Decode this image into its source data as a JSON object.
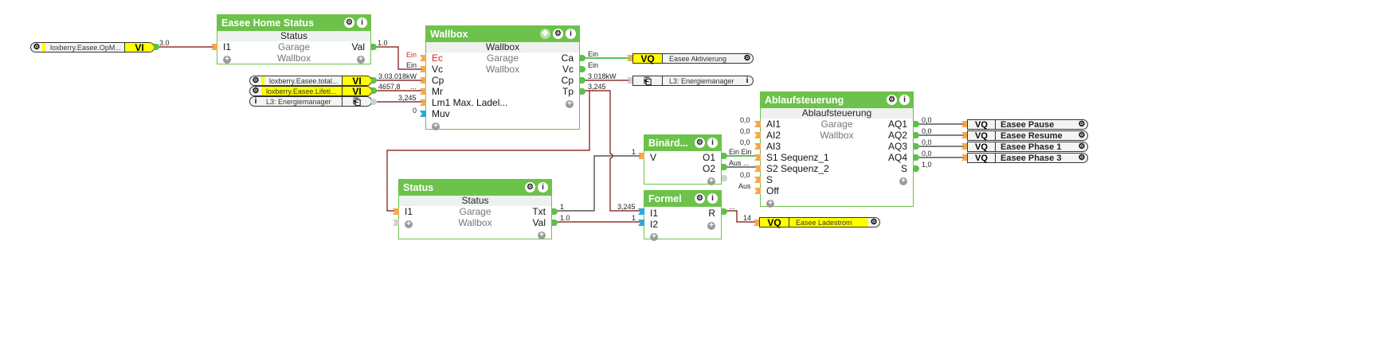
{
  "inputs_left": [
    {
      "name": "loxberry.Easee.OpM...",
      "tag": "VI",
      "value": "3.0",
      "icon": "gear-icon"
    },
    {
      "name": "loxberry.Easee.total...",
      "tag": "VI",
      "value": "3.03.018kW",
      "icon": "gear-icon"
    },
    {
      "name": "loxberry.Easee.Lifeti...",
      "tag": "VI",
      "value": "4657,8",
      "value2": "...",
      "icon": "gear-icon"
    },
    {
      "name": "L3: Energiemanager",
      "tag": "⎗",
      "value": "3,245",
      "icon": "info-icon"
    }
  ],
  "blocks": {
    "easee_home_status": {
      "title": "Easee Home Status",
      "sub": "Status",
      "in": [
        "I1"
      ],
      "out": [
        "Val"
      ],
      "room": "Garage",
      "category": "Wallbox",
      "out_values": [
        "1.0"
      ]
    },
    "wallbox": {
      "title": "Wallbox",
      "sub": "Wallbox",
      "room": "Garage",
      "category": "Wallbox",
      "in": [
        "Ec",
        "Vc",
        "Cp",
        "Mr",
        "Lm1 Max. Ladel...",
        "Muv"
      ],
      "in_labels": [
        "Ein",
        "Ein",
        "",
        "",
        "",
        "0"
      ],
      "out": [
        "Ca",
        "Vc",
        "Cp",
        "Tp"
      ],
      "out_values": [
        "Ein",
        "Ein",
        "3.018kW",
        "3,245"
      ]
    },
    "status": {
      "title": "Status",
      "sub": "Status",
      "room": "Garage",
      "category": "Wallbox",
      "in": [
        "I1"
      ],
      "out": [
        "Txt",
        "Val"
      ],
      "out_values": [
        "1",
        "1.0"
      ]
    },
    "binaer": {
      "title": "Binärd...",
      "in": [
        "V"
      ],
      "out": [
        "O1",
        "O2"
      ],
      "in_values": [
        "1"
      ],
      "out_values": [
        "Ein Ein",
        "Aus ..."
      ]
    },
    "formel": {
      "title": "Formel",
      "in": [
        "I1",
        "I2"
      ],
      "out": [
        "R"
      ],
      "in_values": [
        "3,245",
        "1"
      ],
      "out_values": [
        "...",
        "14"
      ]
    },
    "ablauf": {
      "title": "Ablaufsteuerung",
      "sub": "Ablaufsteuerung",
      "room": "Garage",
      "category": "Wallbox",
      "in": [
        "AI1",
        "AI2",
        "AI3",
        "S1 Sequenz_1",
        "S2 Sequenz_2",
        "S",
        "Off"
      ],
      "in_values": [
        "0,0",
        "0,0",
        "0,0",
        "",
        "",
        "0,0",
        "Aus"
      ],
      "out": [
        "AQ1",
        "AQ2",
        "AQ3",
        "AQ4",
        "S"
      ],
      "out_values": [
        "0,0",
        "0,0",
        "0,0",
        "0,0",
        "1,0"
      ]
    }
  },
  "outputs_right": {
    "aktivierung": {
      "tag": "VQ",
      "name": "Easee Aktivierung"
    },
    "energiemanager": {
      "tag": "⎗",
      "name": "L3: Energiemanager"
    },
    "ladestrom": {
      "tag": "VQ",
      "name": "Easee Ladestrom"
    },
    "vq_list": [
      {
        "tag": "VQ",
        "name": "Easee Pause"
      },
      {
        "tag": "VQ",
        "name": "Easee Resume"
      },
      {
        "tag": "VQ",
        "name": "Easee Phase 1"
      },
      {
        "tag": "VQ",
        "name": "Easee Phase 3"
      }
    ]
  },
  "icons": {
    "gear": "⚙",
    "info": "i",
    "plus": "+",
    "move": "✥"
  },
  "colors": {
    "block_header": "#6cc24a",
    "wire_red": "#7a0a0a",
    "wire_green": "#22b022",
    "vi_yellow": "#ffff00",
    "pin_orange": "#f5a94a",
    "pin_blue": "#27a8e0"
  }
}
